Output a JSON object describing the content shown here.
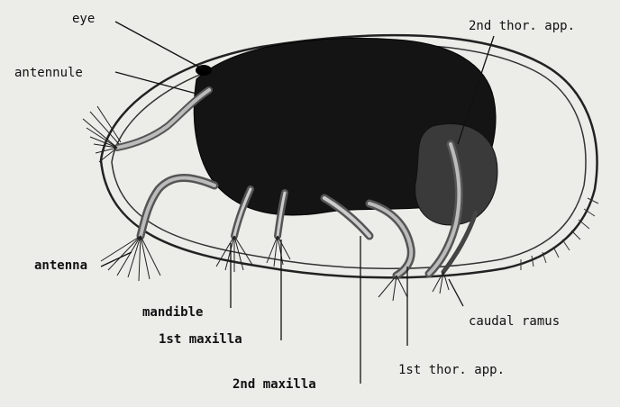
{
  "figure": {
    "labels": {
      "eye": "eye",
      "antennule": "antennule",
      "antenna": "antenna",
      "mandible": "mandible",
      "maxilla1": "1st maxilla",
      "maxilla2": "2nd maxilla",
      "thor_app1": "1st thor. app.",
      "thor_app2": "2nd thor. app.",
      "caudal_ramus": "caudal ramus"
    },
    "colors": {
      "paper": "#ecece8",
      "ink": "#111111"
    }
  }
}
